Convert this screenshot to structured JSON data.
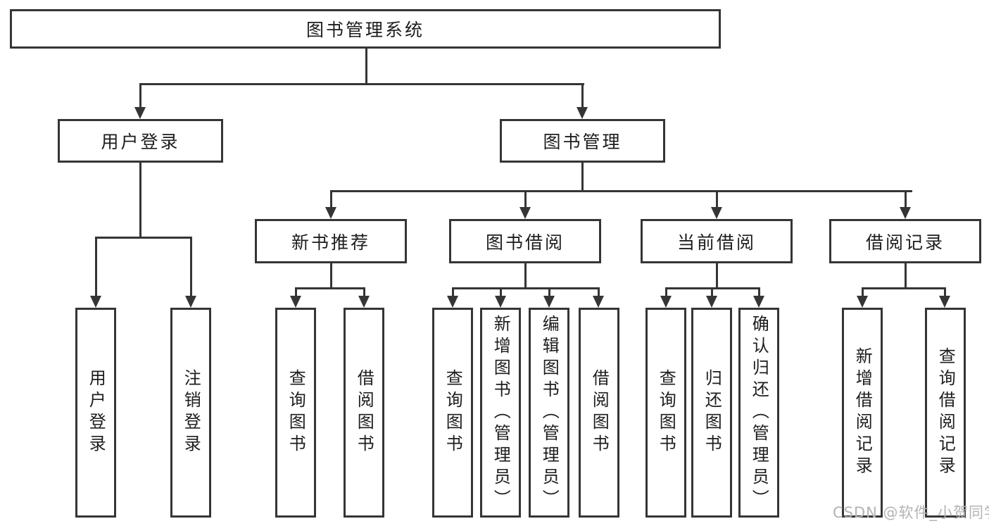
{
  "tree": {
    "root": "图书管理系统",
    "branches": [
      {
        "label": "用户登录",
        "children": [
          "用户登录",
          "注销登录"
        ]
      },
      {
        "label": "图书管理",
        "sub": [
          {
            "label": "新书推荐",
            "children": [
              "查询图书",
              "借阅图书"
            ]
          },
          {
            "label": "图书借阅",
            "children": [
              "查询图书",
              "新增图书（管理员）",
              "编辑图书（管理员）",
              "借阅图书"
            ]
          },
          {
            "label": "当前借阅",
            "children": [
              "查询图书",
              "归还图书",
              "确认归还（管理员）"
            ]
          },
          {
            "label": "借阅记录",
            "children": [
              "新增借阅记录",
              "查询借阅记录"
            ]
          }
        ]
      }
    ]
  },
  "watermark": {
    "text": "CSDN @软件_小贺同学"
  },
  "colors": {
    "line": "#353535",
    "text": "#1d1d1d",
    "watermark_text": "#b3b3b3",
    "background": "#ffffff"
  }
}
